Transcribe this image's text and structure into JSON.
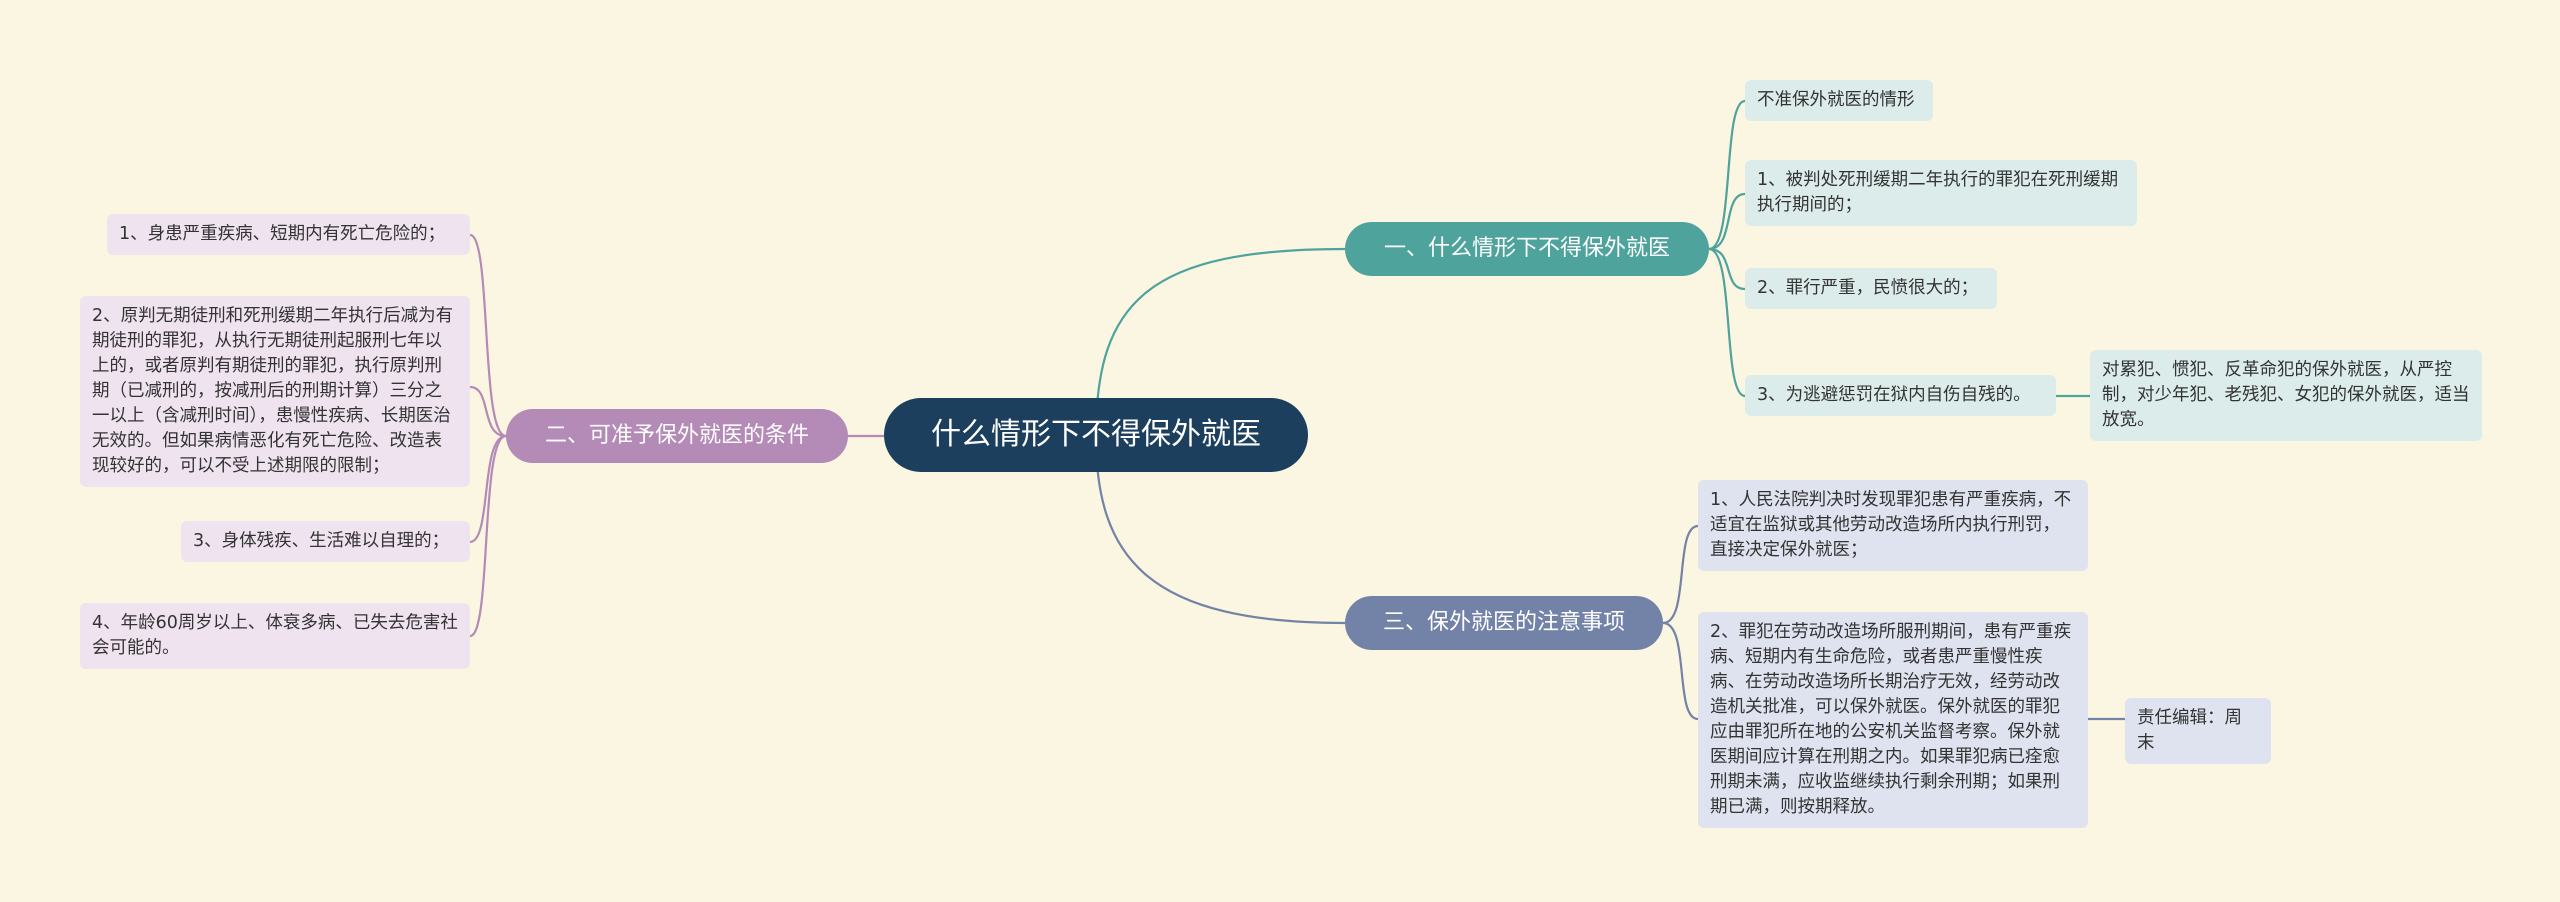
{
  "root": {
    "label": "什么情形下不得保外就医"
  },
  "branch1": {
    "label": "一、什么情形下不得保外就医",
    "items": [
      "不准保外就医的情形",
      "1、被判处死刑缓期二年执行的罪犯在死刑缓期执行期间的；",
      "2、罪行严重，民愤很大的；",
      "3、为逃避惩罚在狱内自伤自残的。"
    ],
    "sub_note": "对累犯、惯犯、反革命犯的保外就医，从严控制，对少年犯、老残犯、女犯的保外就医，适当放宽。"
  },
  "branch2": {
    "label": "二、可准予保外就医的条件",
    "items": [
      "1、身患严重疾病、短期内有死亡危险的；",
      "2、原判无期徒刑和死刑缓期二年执行后减为有期徒刑的罪犯，从执行无期徒刑起服刑七年以上的，或者原判有期徒刑的罪犯，执行原判刑期（已减刑的，按减刑后的刑期计算）三分之一以上（含减刑时间），患慢性疾病、长期医治无效的。但如果病情恶化有死亡危险、改造表现较好的，可以不受上述期限的限制；",
      "3、身体残疾、生活难以自理的；",
      "4、年龄60周岁以上、体衰多病、已失去危害社会可能的。"
    ]
  },
  "branch3": {
    "label": "三、保外就医的注意事项",
    "items": [
      "1、人民法院判决时发现罪犯患有严重疾病，不适宜在监狱或其他劳动改造场所内执行刑罚，直接决定保外就医；",
      "2、罪犯在劳动改造场所服刑期间，患有严重疾病、短期内有生命危险，或者患严重慢性疾病、在劳动改造场所长期治疗无效，经劳动改造机关批准，可以保外就医。保外就医的罪犯应由罪犯所在地的公安机关监督考察。保外就医期间应计算在刑期之内。如果罪犯病已痊愈刑期未满，应收监继续执行剩余刑期；如果刑期已满，则按期释放。"
    ],
    "editor": "责任编辑：周末"
  },
  "colors": {
    "background": "#fbf6e1",
    "root": "#1d3f5e",
    "branch1": "#4ea39d",
    "branch2": "#b48ab7",
    "branch3": "#7383a8"
  }
}
